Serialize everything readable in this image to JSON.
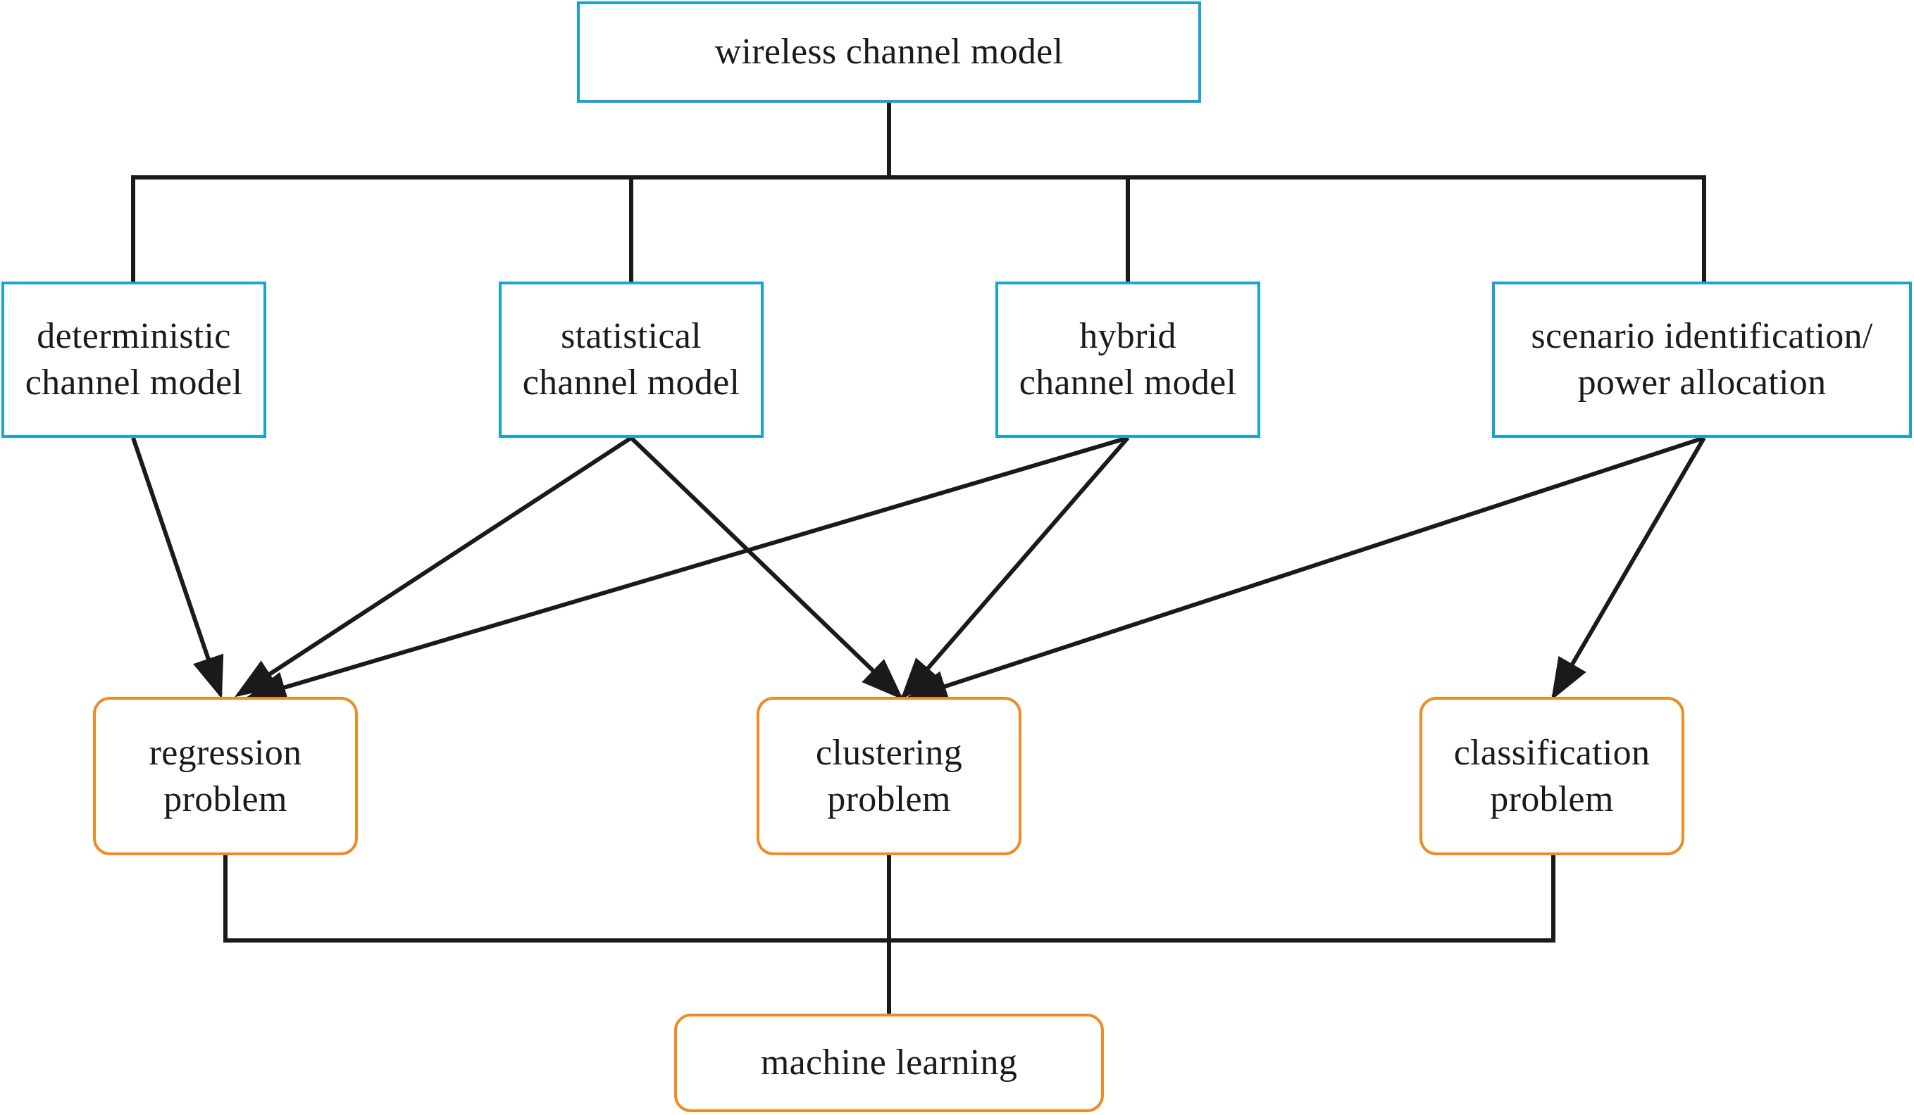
{
  "nodes": {
    "wireless_channel_model": {
      "lines": [
        "wireless channel model"
      ]
    },
    "deterministic": {
      "lines": [
        "deterministic",
        "channel model"
      ]
    },
    "statistical": {
      "lines": [
        "statistical",
        "channel model"
      ]
    },
    "hybrid": {
      "lines": [
        "hybrid",
        "channel model"
      ]
    },
    "scenario": {
      "lines": [
        "scenario identification/",
        "power allocation"
      ]
    },
    "regression": {
      "lines": [
        "regression",
        "problem"
      ]
    },
    "clustering": {
      "lines": [
        "clustering",
        "problem"
      ]
    },
    "classification": {
      "lines": [
        "classification",
        "problem"
      ]
    },
    "machine_learning": {
      "lines": [
        "machine learning"
      ]
    }
  },
  "edges": [
    {
      "from": "deterministic",
      "to": "regression",
      "type": "arrow"
    },
    {
      "from": "statistical",
      "to": "regression",
      "type": "arrow"
    },
    {
      "from": "statistical",
      "to": "clustering",
      "type": "arrow"
    },
    {
      "from": "hybrid",
      "to": "regression",
      "type": "arrow"
    },
    {
      "from": "hybrid",
      "to": "clustering",
      "type": "arrow"
    },
    {
      "from": "scenario",
      "to": "clustering",
      "type": "arrow"
    },
    {
      "from": "scenario",
      "to": "classification",
      "type": "arrow"
    }
  ],
  "colors": {
    "model_border": "#1ba3cf",
    "problem_border": "#f08a24",
    "line": "#1a1a1a"
  }
}
